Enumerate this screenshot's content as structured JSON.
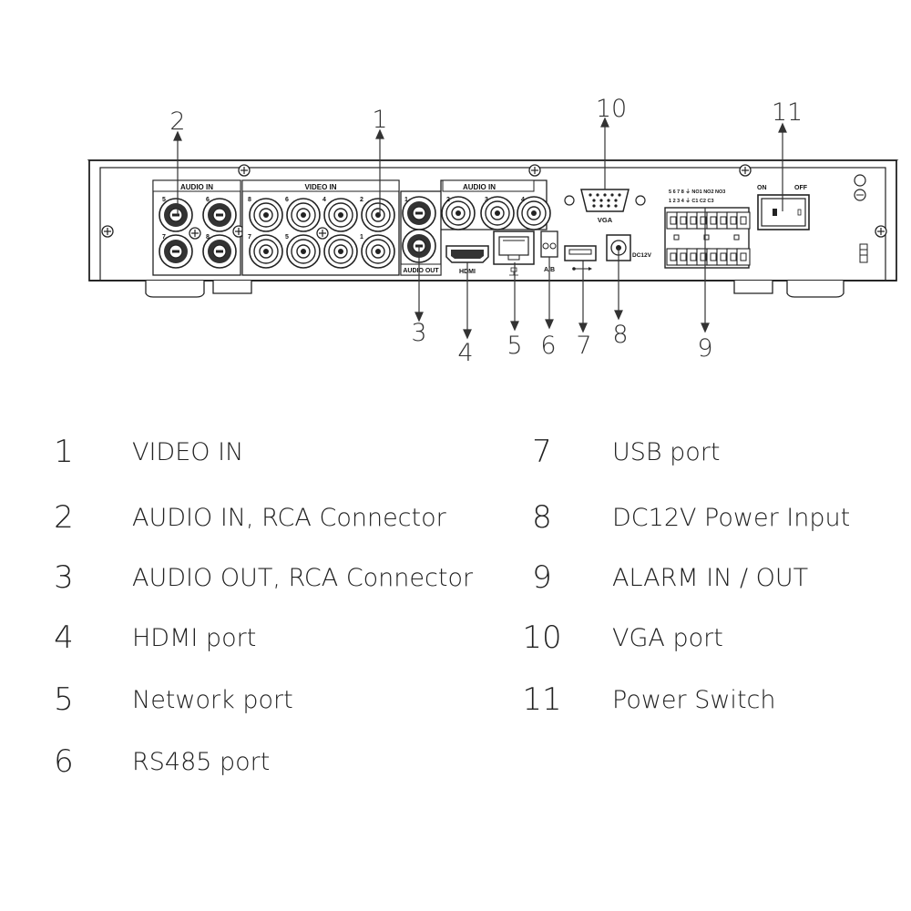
{
  "panel": {
    "audio_in_left_label": "AUDIO IN",
    "video_in_label": "VIDEO IN",
    "audio_in_right_label": "AUDIO IN",
    "audio_out_label": "AUDIO OUT",
    "hdmi_label": "HDMI",
    "rs485_label": "A/B",
    "vga_label": "VGA",
    "dc_label": "DC12V",
    "on_label": "ON",
    "off_label": "OFF",
    "alarm_top_labels": "5  6  7  8  ⏚ NO1 NO2 NO3",
    "alarm_bottom_labels": "1  2  3  4  ⏚  C1  C2  C3",
    "audio_left_nums": [
      "5",
      "6",
      "7",
      "8"
    ],
    "video_top_nums": [
      "8",
      "6",
      "4",
      "2"
    ],
    "video_bottom_nums": [
      "7",
      "5",
      "3",
      "1"
    ],
    "audio_out_num": "1",
    "audio_right_nums": [
      "2",
      "3",
      "4"
    ]
  },
  "callouts": [
    "1",
    "2",
    "3",
    "4",
    "5",
    "6",
    "7",
    "8",
    "9",
    "10",
    "11"
  ],
  "legend": [
    {
      "num": "1",
      "text": "VIDEO IN"
    },
    {
      "num": "2",
      "text": "AUDIO IN, RCA Connector"
    },
    {
      "num": "3",
      "text": "AUDIO OUT, RCA Connector"
    },
    {
      "num": "4",
      "text": "HDMI port"
    },
    {
      "num": "5",
      "text": "Network port"
    },
    {
      "num": "6",
      "text": "RS485 port"
    },
    {
      "num": "7",
      "text": "USB port"
    },
    {
      "num": "8",
      "text": "DC12V Power Input"
    },
    {
      "num": "9",
      "text": "ALARM IN / OUT"
    },
    {
      "num": "10",
      "text": "VGA port"
    },
    {
      "num": "11",
      "text": "Power Switch"
    }
  ]
}
